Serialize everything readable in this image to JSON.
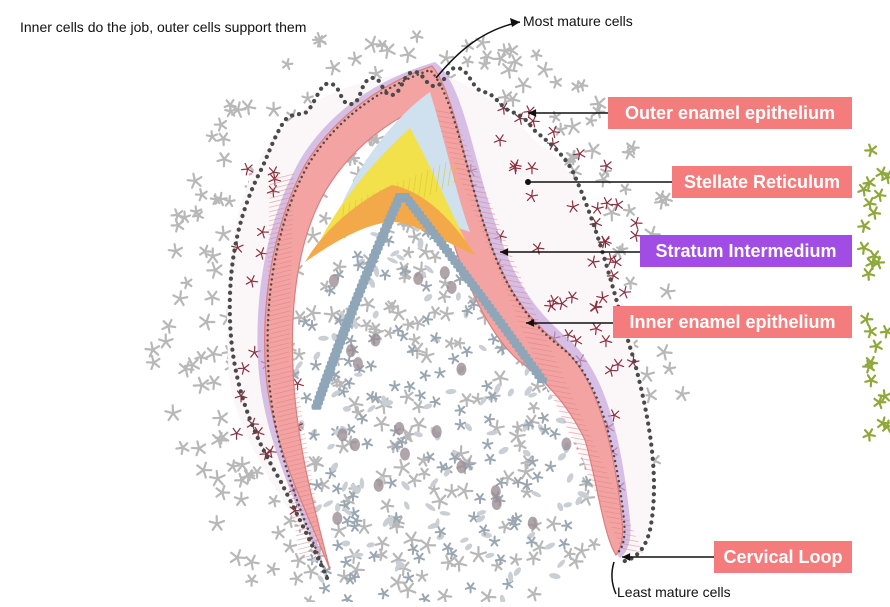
{
  "header_note": "Inner cells do the job, outer cells support them",
  "annotations": {
    "top": "Most mature cells",
    "bottom": "Least mature cells"
  },
  "labels": [
    {
      "text": "Outer enamel epithelium",
      "color": "#f47c7c"
    },
    {
      "text": "Stellate Reticulum",
      "color": "#f47c7c"
    },
    {
      "text": "Stratum Intermedium",
      "color": "#a24ce6"
    },
    {
      "text": "Inner enamel epithelium",
      "color": "#f47c7c"
    },
    {
      "text": "Cervical Loop",
      "color": "#f47c7c"
    }
  ],
  "colors": {
    "ameloblast_layer": "#f4a3a3",
    "ameloblast_border": "#d97f7f",
    "outer_dots": "#4a4a4a",
    "stellate_cells": "#8a2f3f",
    "enamel_blue": "#cfe0ee",
    "enamel_yellow": "#f2e14a",
    "dentin_orange": "#f3a94a",
    "odontoblasts": "#8ea6b8",
    "purple_membrane": "#c6a6dc",
    "mesenchyme": "#b8b8b8",
    "pulp_cells": "#9aa7b2",
    "pulp_nuclei": "#9b8f95",
    "green_cells": "#8fa83a"
  }
}
